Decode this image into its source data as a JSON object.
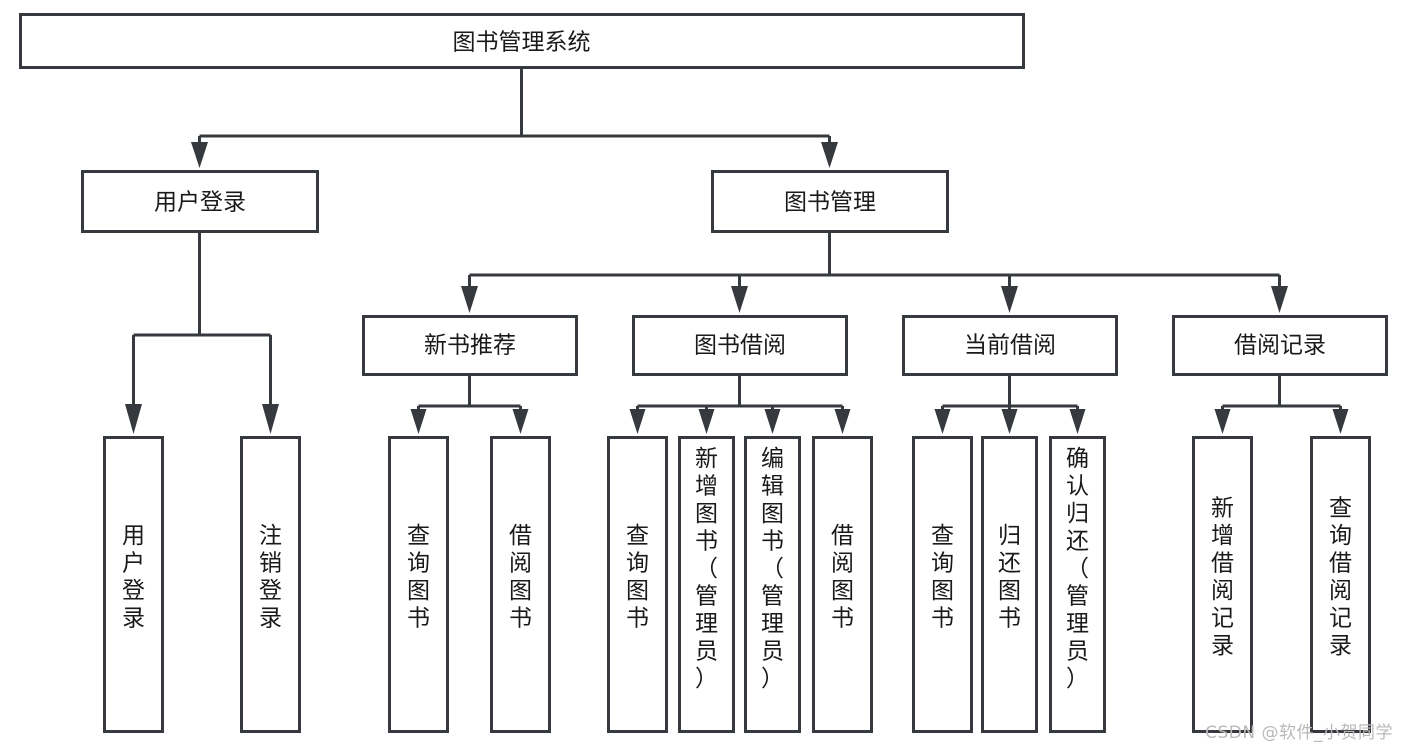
{
  "diagram": {
    "type": "tree-flowchart",
    "title": "图书管理系统",
    "watermark": "CSDN @软件_小贺同学",
    "colors": {
      "box_stroke": "#36393d",
      "box_fill": "#ffffff",
      "text": "#1a1a1a",
      "background": "#ffffff",
      "watermark": "#b9b9b9"
    },
    "levels": {
      "root": {
        "label": "图书管理系统",
        "orientation": "horizontal"
      },
      "level2": [
        {
          "label": "用户登录",
          "orientation": "horizontal"
        },
        {
          "label": "图书管理",
          "orientation": "horizontal"
        }
      ],
      "level3": [
        {
          "label": "新书推荐",
          "orientation": "horizontal"
        },
        {
          "label": "图书借阅",
          "orientation": "horizontal"
        },
        {
          "label": "当前借阅",
          "orientation": "horizontal"
        },
        {
          "label": "借阅记录",
          "orientation": "horizontal"
        }
      ],
      "leaves": {
        "user_login": [
          {
            "label": "用户登录",
            "orientation": "vertical"
          },
          {
            "label": "注销登录",
            "orientation": "vertical"
          }
        ],
        "new_book_recommend": [
          {
            "label": "查询图书",
            "orientation": "vertical"
          },
          {
            "label": "借阅图书",
            "orientation": "vertical"
          }
        ],
        "book_borrow": [
          {
            "label": "查询图书",
            "orientation": "vertical"
          },
          {
            "label": "新增图书（管理员）",
            "orientation": "vertical"
          },
          {
            "label": "编辑图书（管理员）",
            "orientation": "vertical"
          },
          {
            "label": "借阅图书",
            "orientation": "vertical"
          }
        ],
        "current_borrow": [
          {
            "label": "查询图书",
            "orientation": "vertical"
          },
          {
            "label": "归还图书",
            "orientation": "vertical"
          },
          {
            "label": "确认归还（管理员）",
            "orientation": "vertical"
          }
        ],
        "borrow_record": [
          {
            "label": "新增借阅记录",
            "orientation": "vertical"
          },
          {
            "label": "查询借阅记录",
            "orientation": "vertical"
          }
        ]
      }
    }
  }
}
